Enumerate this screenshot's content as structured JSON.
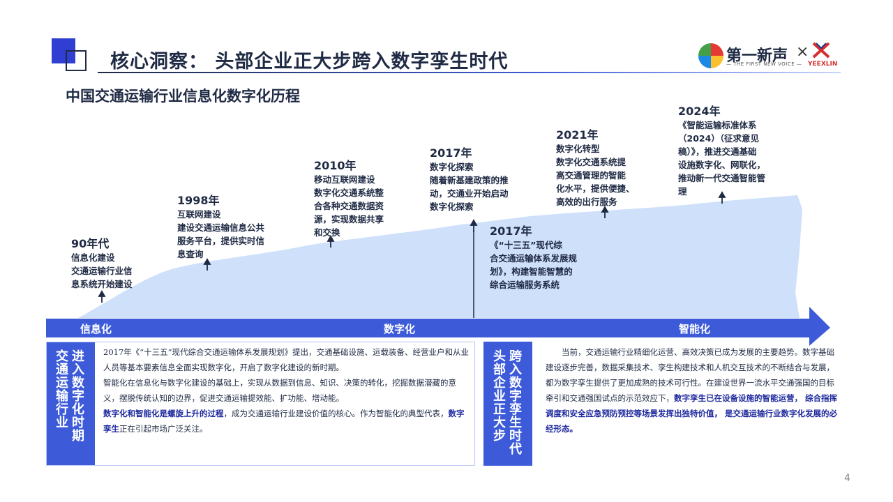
{
  "header": {
    "title": "核心洞察： 头部企业正大步跨入数字孪生时代",
    "logo_name": "第一新声",
    "logo_tagline": "— THE FIRST NEW VOICE —",
    "logo_x": "×",
    "partner_brand": "YEEXLIN"
  },
  "timeline": {
    "title": "中国交通运输行业信息化数字化历程",
    "milestones": [
      {
        "year": "90年代",
        "text": "信息化建设\n交通运输行业信\n息系统开始建设"
      },
      {
        "year": "1998年",
        "text": "互联网建设\n建设交通运输信息公共\n服务平台，提供实时信\n息查询"
      },
      {
        "year": "2010年",
        "text": "移动互联网建设\n数字化交通系统整\n合各种交通数据资\n源，实现数据共享\n和交换"
      },
      {
        "year": "2017年",
        "text": "数字化探索\n随着新基建政策的推\n动，交通业开始启动\n数字化探索"
      },
      {
        "year": "2017年",
        "text": "《“十三五”现代综\n合交通运输体系发展规\n划》，构建智能智慧的\n综合运输服务系统"
      },
      {
        "year": "2021年",
        "text": "数字化转型\n数字化交通系统提\n高交通管理的智能\n化水平，提供便捷、\n高效的出行服务"
      },
      {
        "year": "2024年",
        "text": "《智能运输标准体系\n（2024）（征求意见\n稿）》，推进交通基础\n设施数字化、网联化，\n推动新一代交通智能管\n理"
      }
    ],
    "phases": [
      "信息化",
      "数字化",
      "智能化"
    ]
  },
  "left_panel": {
    "label_col1": "交通运输行业",
    "label_col2": "进入数字化时期",
    "para1": "2017年《“十三五”现代综合交通运输体系发展规划》提出，交通基础设施、运载装备、经营业户和从业人员等基本要素信息全面实现数字化，开启了数字化建设的新时期。",
    "para2": "智能化在信息化与数字化建设的基础上，实现从数据到信息、知识、决策的转化，挖掘数据潜藏的意义，摆脱传统认知的边界，促进交通运输提效能、扩功能、增动能。",
    "para3_hl": "数字化和智能化是螺旋上升的过程",
    "para3_rest": "，成为交通运输行业建设价值的核心。作为智能化的典型代表，",
    "para3_hl2": "数字孪生",
    "para3_end": "正在引起市场广泛关注。"
  },
  "right_panel": {
    "label_col1": "头部企业正大步",
    "label_col2": "跨入数字孪生时代",
    "para_plain": "当前，交通运输行业精细化运营、高效决策已成为发展的主要趋势。数字基础建设逐步完善，数据采集技术、孪生构建技术和人机交互技术的不断结合与发展，都为数字孪生提供了更加成熟的技术可行性。在建设世界一流水平交通强国的目标牵引和交通强国试点的示范效应下，",
    "para_hl": "数字孪生已在设备设施的智能运营， 综合指挥调度和安全应急预防预控等场景发挥出独特价值， 是交通运输行业数字化发展的必经形态。"
  },
  "page_number": "4",
  "colors": {
    "primary_blue": "#3d5bd9",
    "dark_navy": "#1f2a44",
    "area_fill": "#cfe0fb",
    "highlight_text": "#1f2a9e"
  }
}
